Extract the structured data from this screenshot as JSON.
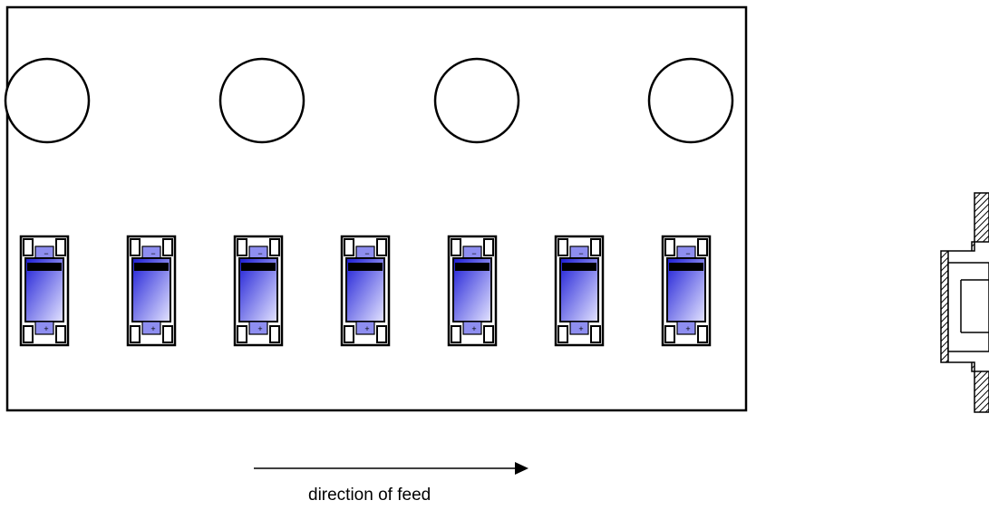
{
  "caption": "direction of feed",
  "components": {
    "count": 7,
    "top_mark": "−",
    "bottom_mark": "+"
  },
  "sprocket_holes": {
    "count": 4
  },
  "colors": {
    "component_dark": "#1c1cd6",
    "component_light": "#e4e4ff",
    "band": "#000000",
    "terminal": "#8e8ef0",
    "line": "#000000"
  },
  "icons": {
    "feed_arrow": "arrow-right-icon"
  }
}
